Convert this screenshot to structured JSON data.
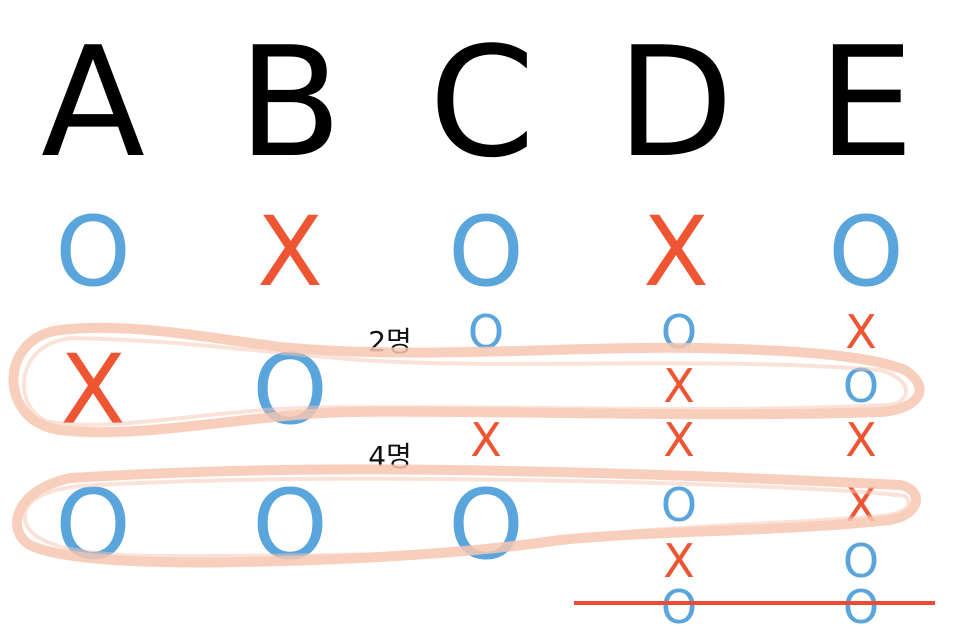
{
  "headers": [
    "A",
    "B",
    "C",
    "D",
    "E"
  ],
  "row1": [
    "O",
    "X",
    "O",
    "X",
    "O"
  ],
  "row2": [
    "X",
    "O"
  ],
  "row3": [
    "O",
    "O",
    "O"
  ],
  "column_c_small": [
    "O",
    "X"
  ],
  "column_d_small": [
    "O",
    "X",
    "X",
    "O",
    "X",
    "O"
  ],
  "column_e_small": [
    "X",
    "O",
    "X",
    "X",
    "O",
    "O"
  ],
  "group_counts": [
    "2명",
    "4명"
  ],
  "colors": {
    "o": "#5aa5dc",
    "x": "#ee5533",
    "loop": "#f7c7b2",
    "cutoff_line": "#ee4b37"
  }
}
